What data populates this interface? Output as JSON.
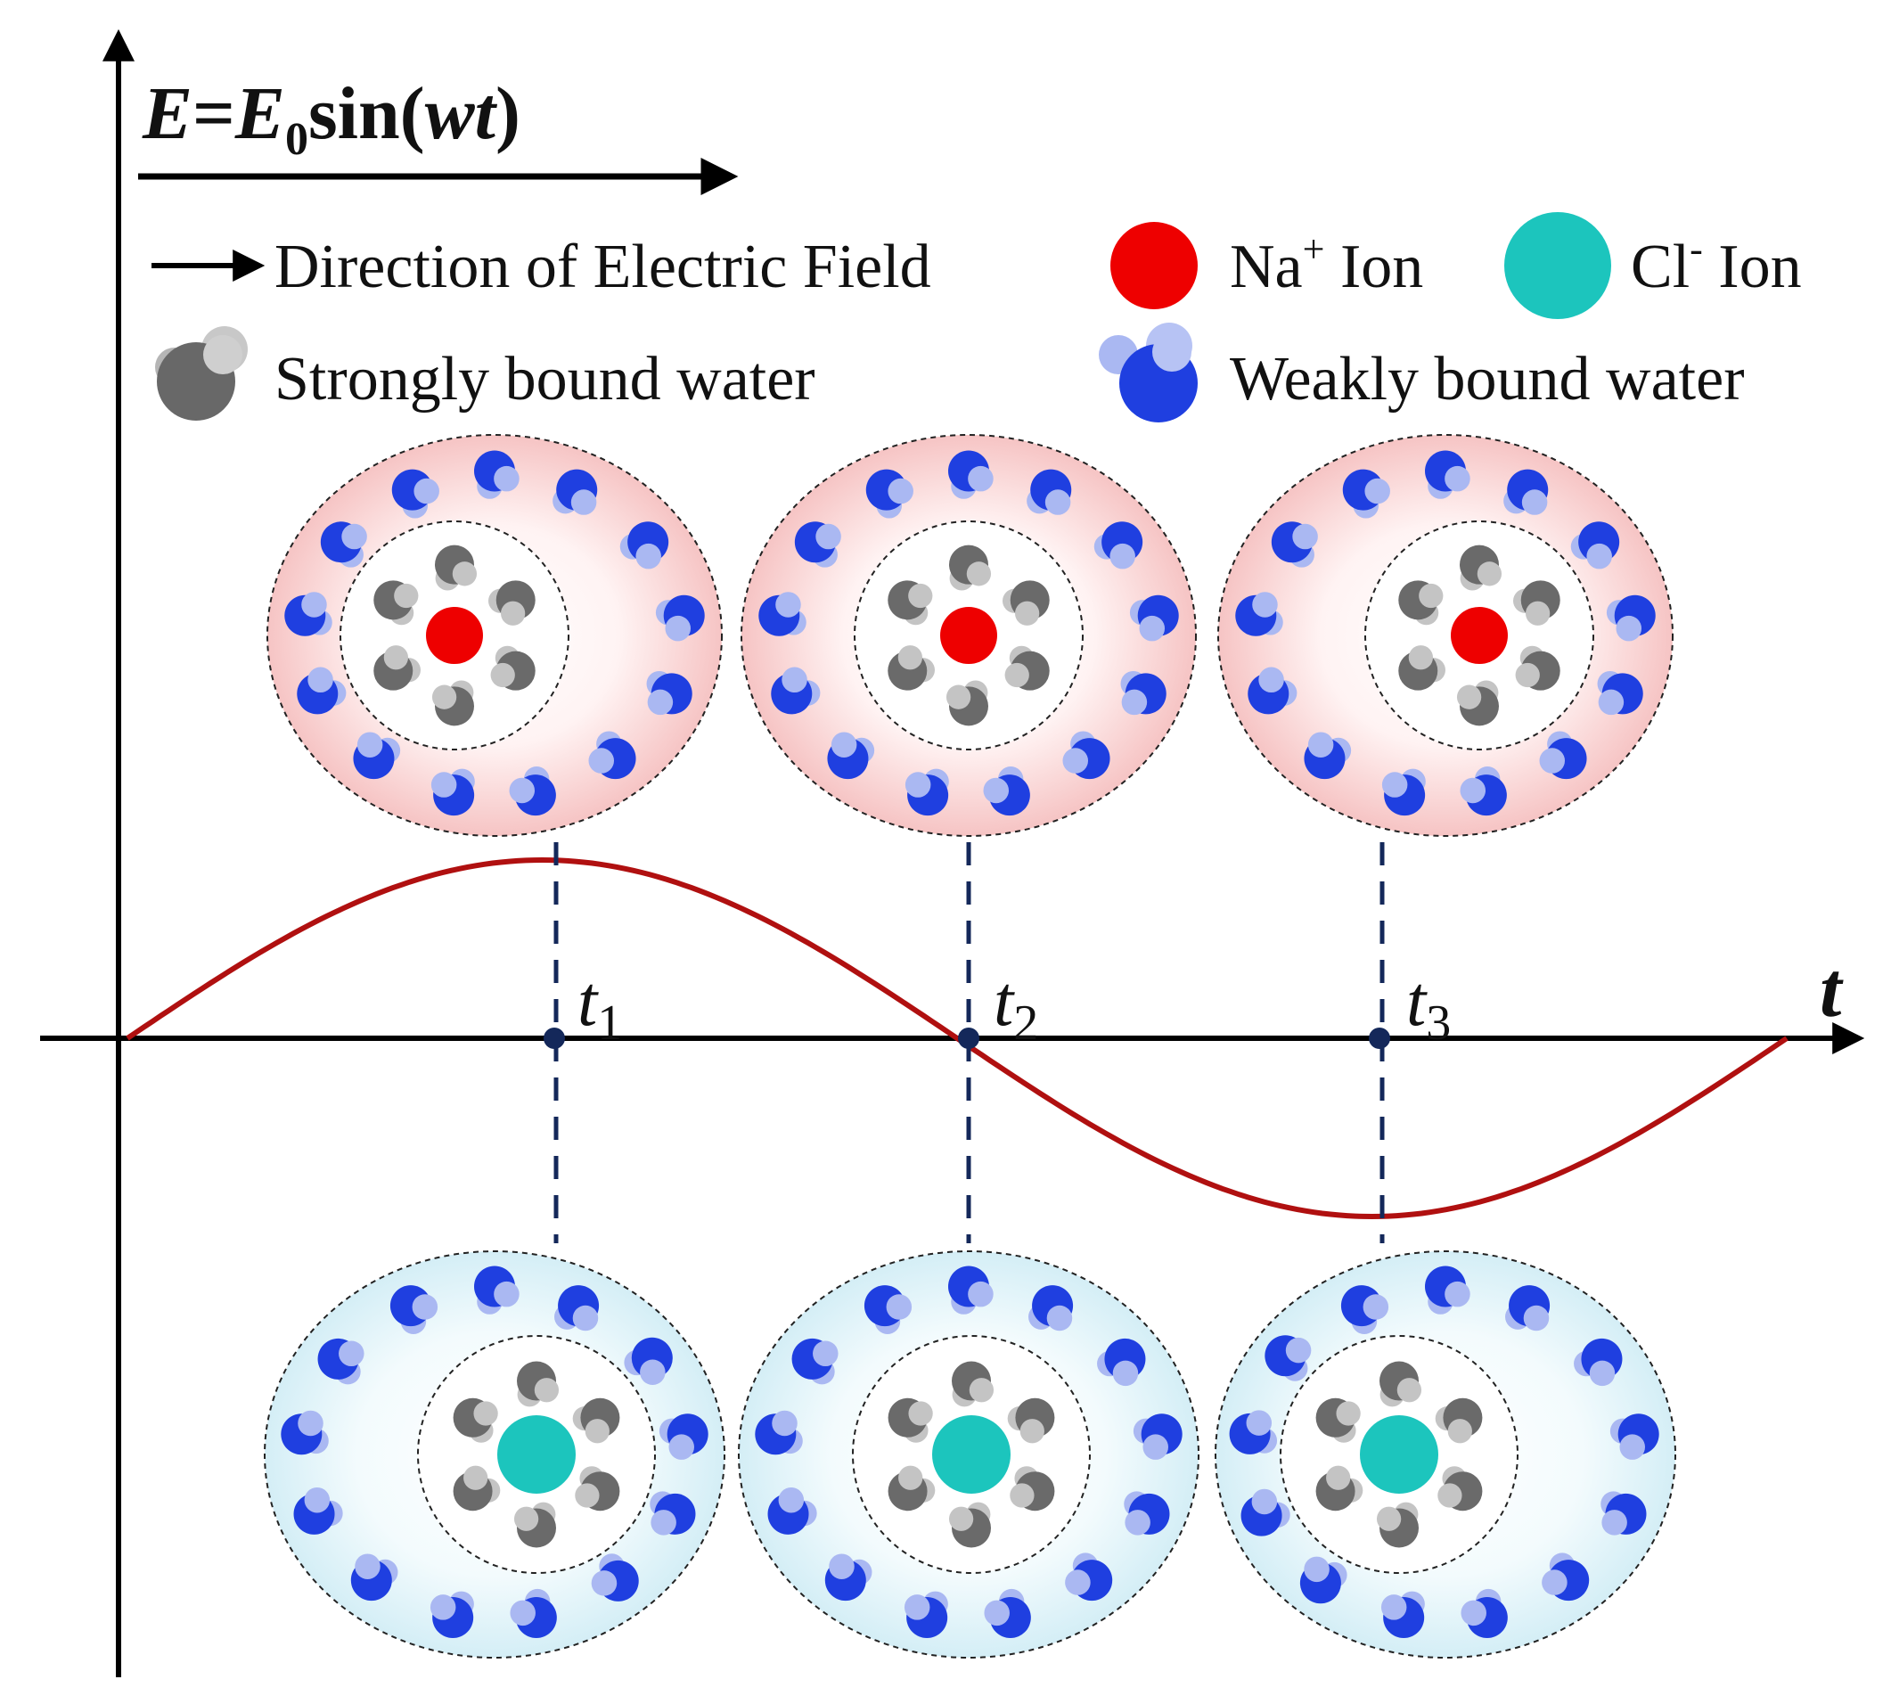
{
  "equation": {
    "lhs": "E",
    "equals": "=",
    "amp": "E",
    "amp_sub": "0",
    "func": "sin(",
    "arg": "wt",
    "close": ")"
  },
  "legend": {
    "field_direction": "Direction of Electric Field",
    "na_symbol": "Na",
    "na_charge": "+",
    "na_suffix": " Ion",
    "cl_symbol": "Cl",
    "cl_charge": "-",
    "cl_suffix": " Ion",
    "strong_water": "Strongly bound water",
    "weak_water": "Weakly bound water"
  },
  "axis": {
    "t_label": "t"
  },
  "time_points": [
    {
      "name": "t",
      "sub": "1"
    },
    {
      "name": "t",
      "sub": "2"
    },
    {
      "name": "t",
      "sub": "3"
    }
  ],
  "colors": {
    "na_ion": "#ee0000",
    "cl_ion": "#1cc5bd",
    "strong_water_dark": "#6a6a6a",
    "strong_water_light": "#c4c4c4",
    "weak_water_dark": "#1f3fe0",
    "weak_water_light": "#aab8f2",
    "wave": "#b01010",
    "marker": "#14285a",
    "cation_shell": "#f6c6c6",
    "anion_shell": "#d6eef5"
  }
}
